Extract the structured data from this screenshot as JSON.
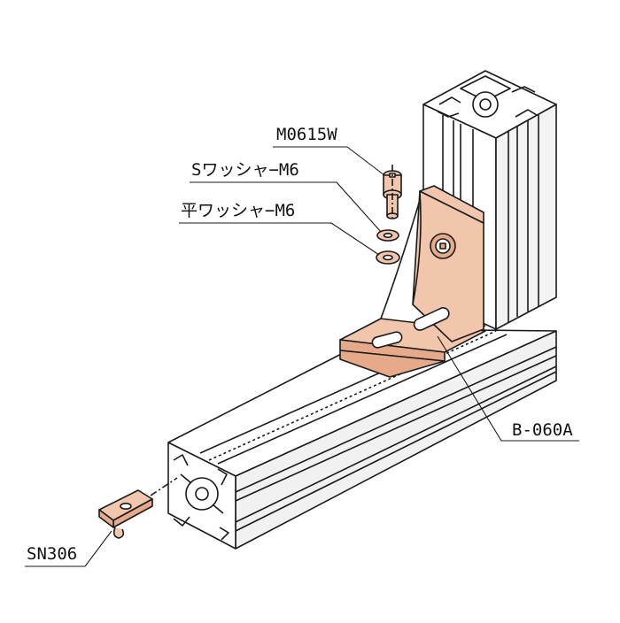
{
  "labels": {
    "screw": "M0615W",
    "spring_washer": "Sワッシャ−M6",
    "flat_washer": "平ワッシャ−M6",
    "bracket": "B-060A",
    "nut": "SN306"
  },
  "colors": {
    "line": "#1a1a1a",
    "part_fill": "#f2c6ad",
    "part_shade": "#e6a98a",
    "profile_fill": "#ffffff",
    "profile_shade": "#e9e9e9"
  }
}
